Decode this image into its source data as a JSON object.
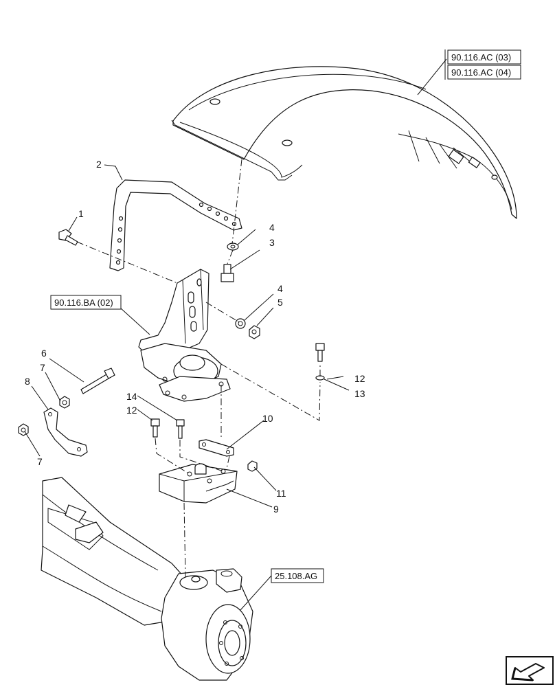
{
  "callouts": {
    "c1": "1",
    "c2": "2",
    "c3": "3",
    "c4a": "4",
    "c4b": "4",
    "c5": "5",
    "c6": "6",
    "c7a": "7",
    "c7b": "7",
    "c8": "8",
    "c9": "9",
    "c10": "10",
    "c11": "11",
    "c12a": "12",
    "c12b": "12",
    "c13": "13",
    "c14": "14"
  },
  "references": {
    "fender_ref_1": "90.116.AC (03)",
    "fender_ref_2": "90.116.AC (04)",
    "bracket_ref": "90.116.BA (02)",
    "axle_ref": "25.108.AG"
  },
  "icons": {
    "nav": "arrow-back-icon"
  }
}
